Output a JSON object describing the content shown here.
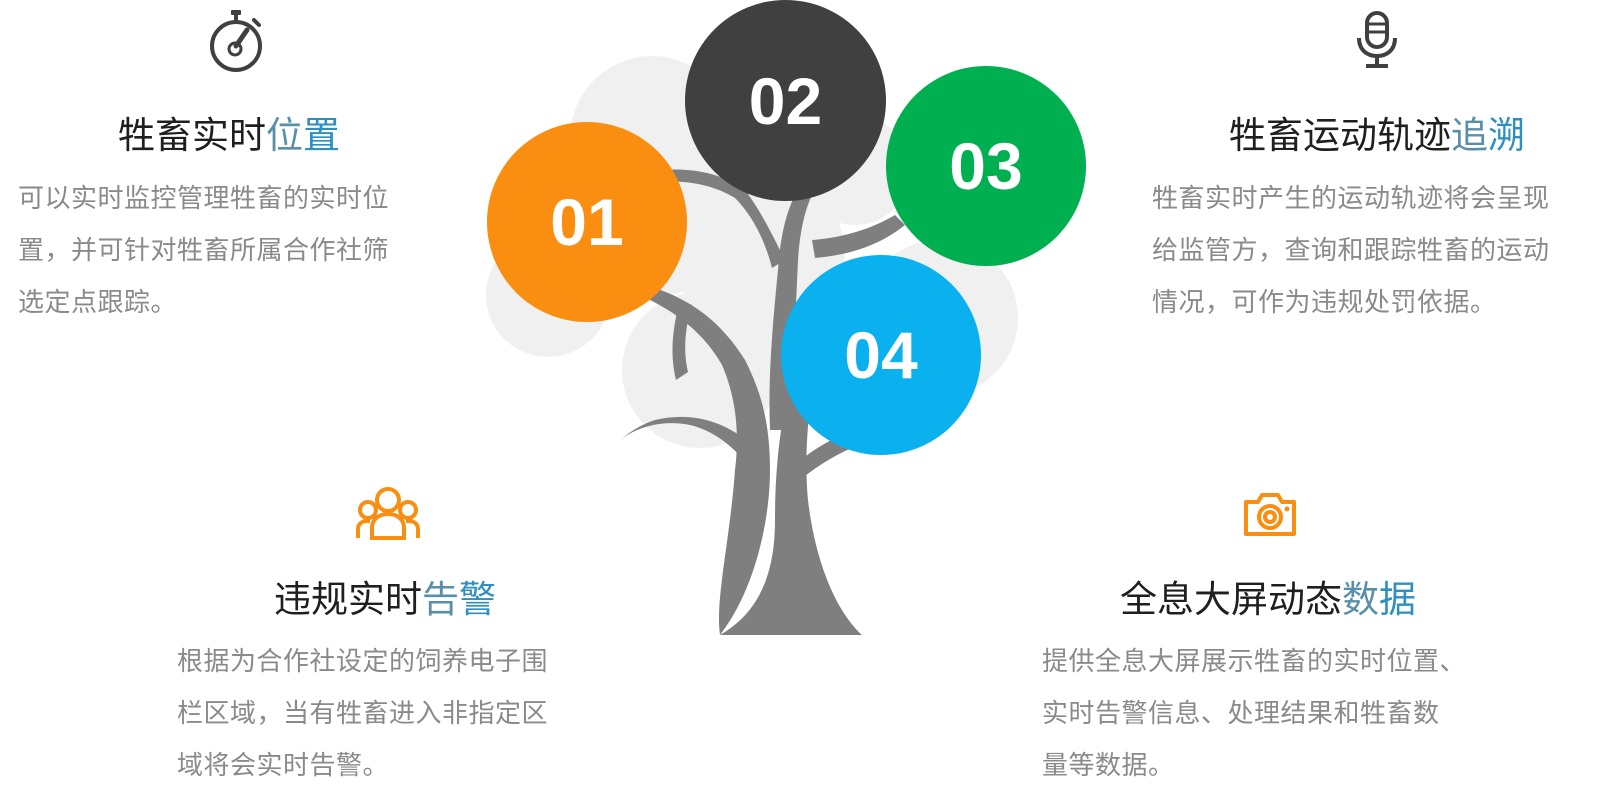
{
  "colors": {
    "orange": "#f98e10",
    "dark": "#404040",
    "green": "#00b050",
    "blue": "#0bb0ef",
    "trunk": "#7f7f7f",
    "bubble": "#f0f0f0",
    "title_accent": "#2f8fc0"
  },
  "circles": [
    {
      "label": "01",
      "color": "#f98e10"
    },
    {
      "label": "02",
      "color": "#404040"
    },
    {
      "label": "03",
      "color": "#00b050"
    },
    {
      "label": "04",
      "color": "#0bb0ef"
    }
  ],
  "sections": {
    "top_left": {
      "icon": "stopwatch-icon",
      "title_a": "牲畜实时",
      "title_b": "位",
      "title_c": "置",
      "lines": [
        "可以实时监控管理牲畜的实时位",
        "置，并可针对牲畜所属合作社筛",
        "选定点跟踪。"
      ]
    },
    "top_right": {
      "icon": "microphone-icon",
      "title_a": "牲畜运动轨迹",
      "title_b": "追",
      "title_c": "溯",
      "lines": [
        "牲畜实时产生的运动轨迹将会呈现",
        "给监管方，查询和跟踪牲畜的运动",
        "情况，可作为违规处罚依据。"
      ]
    },
    "bottom_left": {
      "icon": "users-icon",
      "title_a": "违规实时",
      "title_b": "告",
      "title_c": "警",
      "lines": [
        "根据为合作社设定的饲养电子围",
        "栏区域，当有牲畜进入非指定区",
        "域将会实时告警。"
      ]
    },
    "bottom_right": {
      "icon": "camera-icon",
      "title_a": "全息大屏动态",
      "title_b": "数",
      "title_c": "据",
      "lines": [
        "提供全息大屏展示牲畜的实时位置、",
        "实时告警信息、处理结果和牲畜数",
        "量等数据。"
      ]
    }
  }
}
